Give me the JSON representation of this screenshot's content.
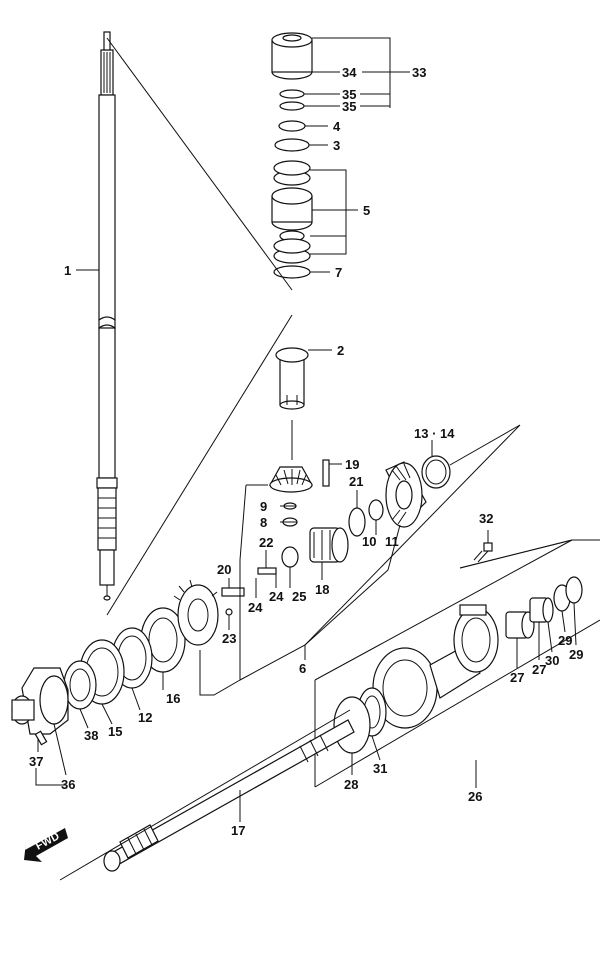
{
  "direction_badge": "FWD",
  "labels": {
    "l1": "1",
    "l2": "2",
    "l3": "3",
    "l4": "4",
    "l5": "5",
    "l6": "6",
    "l7": "7",
    "l8": "8",
    "l9": "9",
    "l10": "10",
    "l11": "11",
    "l12": "12",
    "l13_14": "13 · 14",
    "l15": "15",
    "l16": "16",
    "l17": "17",
    "l18": "18",
    "l19": "19",
    "l20": "20",
    "l21": "21",
    "l22": "22",
    "l23": "23",
    "l24a": "24",
    "l24b": "24",
    "l25": "25",
    "l26": "26",
    "l27a": "27",
    "l27b": "27",
    "l28": "28",
    "l29a": "29",
    "l29b": "29",
    "l30": "30",
    "l31": "31",
    "l32": "32",
    "l33": "33",
    "l34": "34",
    "l35a": "35",
    "l35b": "35",
    "l36": "36",
    "l37": "37",
    "l38": "38"
  },
  "colors": {
    "line": "#111111",
    "background": "#ffffff"
  }
}
